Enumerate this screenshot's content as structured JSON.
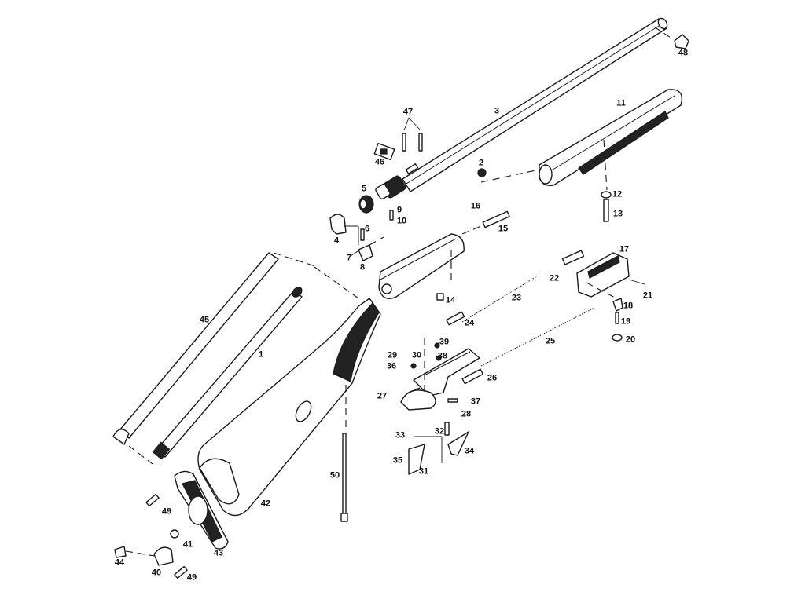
{
  "colors": {
    "line": "#1a1a1a",
    "shade": "#222222",
    "paper": "#ffffff"
  },
  "callouts": [
    {
      "id": "1",
      "label": "1"
    },
    {
      "id": "2",
      "label": "2"
    },
    {
      "id": "3",
      "label": "3"
    },
    {
      "id": "4",
      "label": "4"
    },
    {
      "id": "5",
      "label": "5"
    },
    {
      "id": "6",
      "label": "6"
    },
    {
      "id": "7",
      "label": "7"
    },
    {
      "id": "8",
      "label": "8"
    },
    {
      "id": "9",
      "label": "9"
    },
    {
      "id": "10",
      "label": "10"
    },
    {
      "id": "11",
      "label": "11"
    },
    {
      "id": "12",
      "label": "12"
    },
    {
      "id": "13",
      "label": "13"
    },
    {
      "id": "14",
      "label": "14"
    },
    {
      "id": "15",
      "label": "15"
    },
    {
      "id": "16",
      "label": "16"
    },
    {
      "id": "17",
      "label": "17"
    },
    {
      "id": "18",
      "label": "18"
    },
    {
      "id": "19",
      "label": "19"
    },
    {
      "id": "20",
      "label": "20"
    },
    {
      "id": "21",
      "label": "21"
    },
    {
      "id": "22",
      "label": "22"
    },
    {
      "id": "23",
      "label": "23"
    },
    {
      "id": "24",
      "label": "24"
    },
    {
      "id": "25",
      "label": "25"
    },
    {
      "id": "26",
      "label": "26"
    },
    {
      "id": "27",
      "label": "27"
    },
    {
      "id": "28",
      "label": "28"
    },
    {
      "id": "29",
      "label": "29"
    },
    {
      "id": "30",
      "label": "30"
    },
    {
      "id": "31",
      "label": "31"
    },
    {
      "id": "32",
      "label": "32"
    },
    {
      "id": "33",
      "label": "33"
    },
    {
      "id": "34",
      "label": "34"
    },
    {
      "id": "35",
      "label": "35"
    },
    {
      "id": "36",
      "label": "36"
    },
    {
      "id": "37",
      "label": "37"
    },
    {
      "id": "38",
      "label": "38"
    },
    {
      "id": "39",
      "label": "39"
    },
    {
      "id": "40",
      "label": "40"
    },
    {
      "id": "41",
      "label": "41"
    },
    {
      "id": "42",
      "label": "42"
    },
    {
      "id": "43",
      "label": "43"
    },
    {
      "id": "44",
      "label": "44"
    },
    {
      "id": "45",
      "label": "45"
    },
    {
      "id": "46",
      "label": "46"
    },
    {
      "id": "47",
      "label": "47"
    },
    {
      "id": "48",
      "label": "48"
    },
    {
      "id": "49a",
      "label": "49"
    },
    {
      "id": "49b",
      "label": "49"
    },
    {
      "id": "50",
      "label": "50"
    }
  ]
}
